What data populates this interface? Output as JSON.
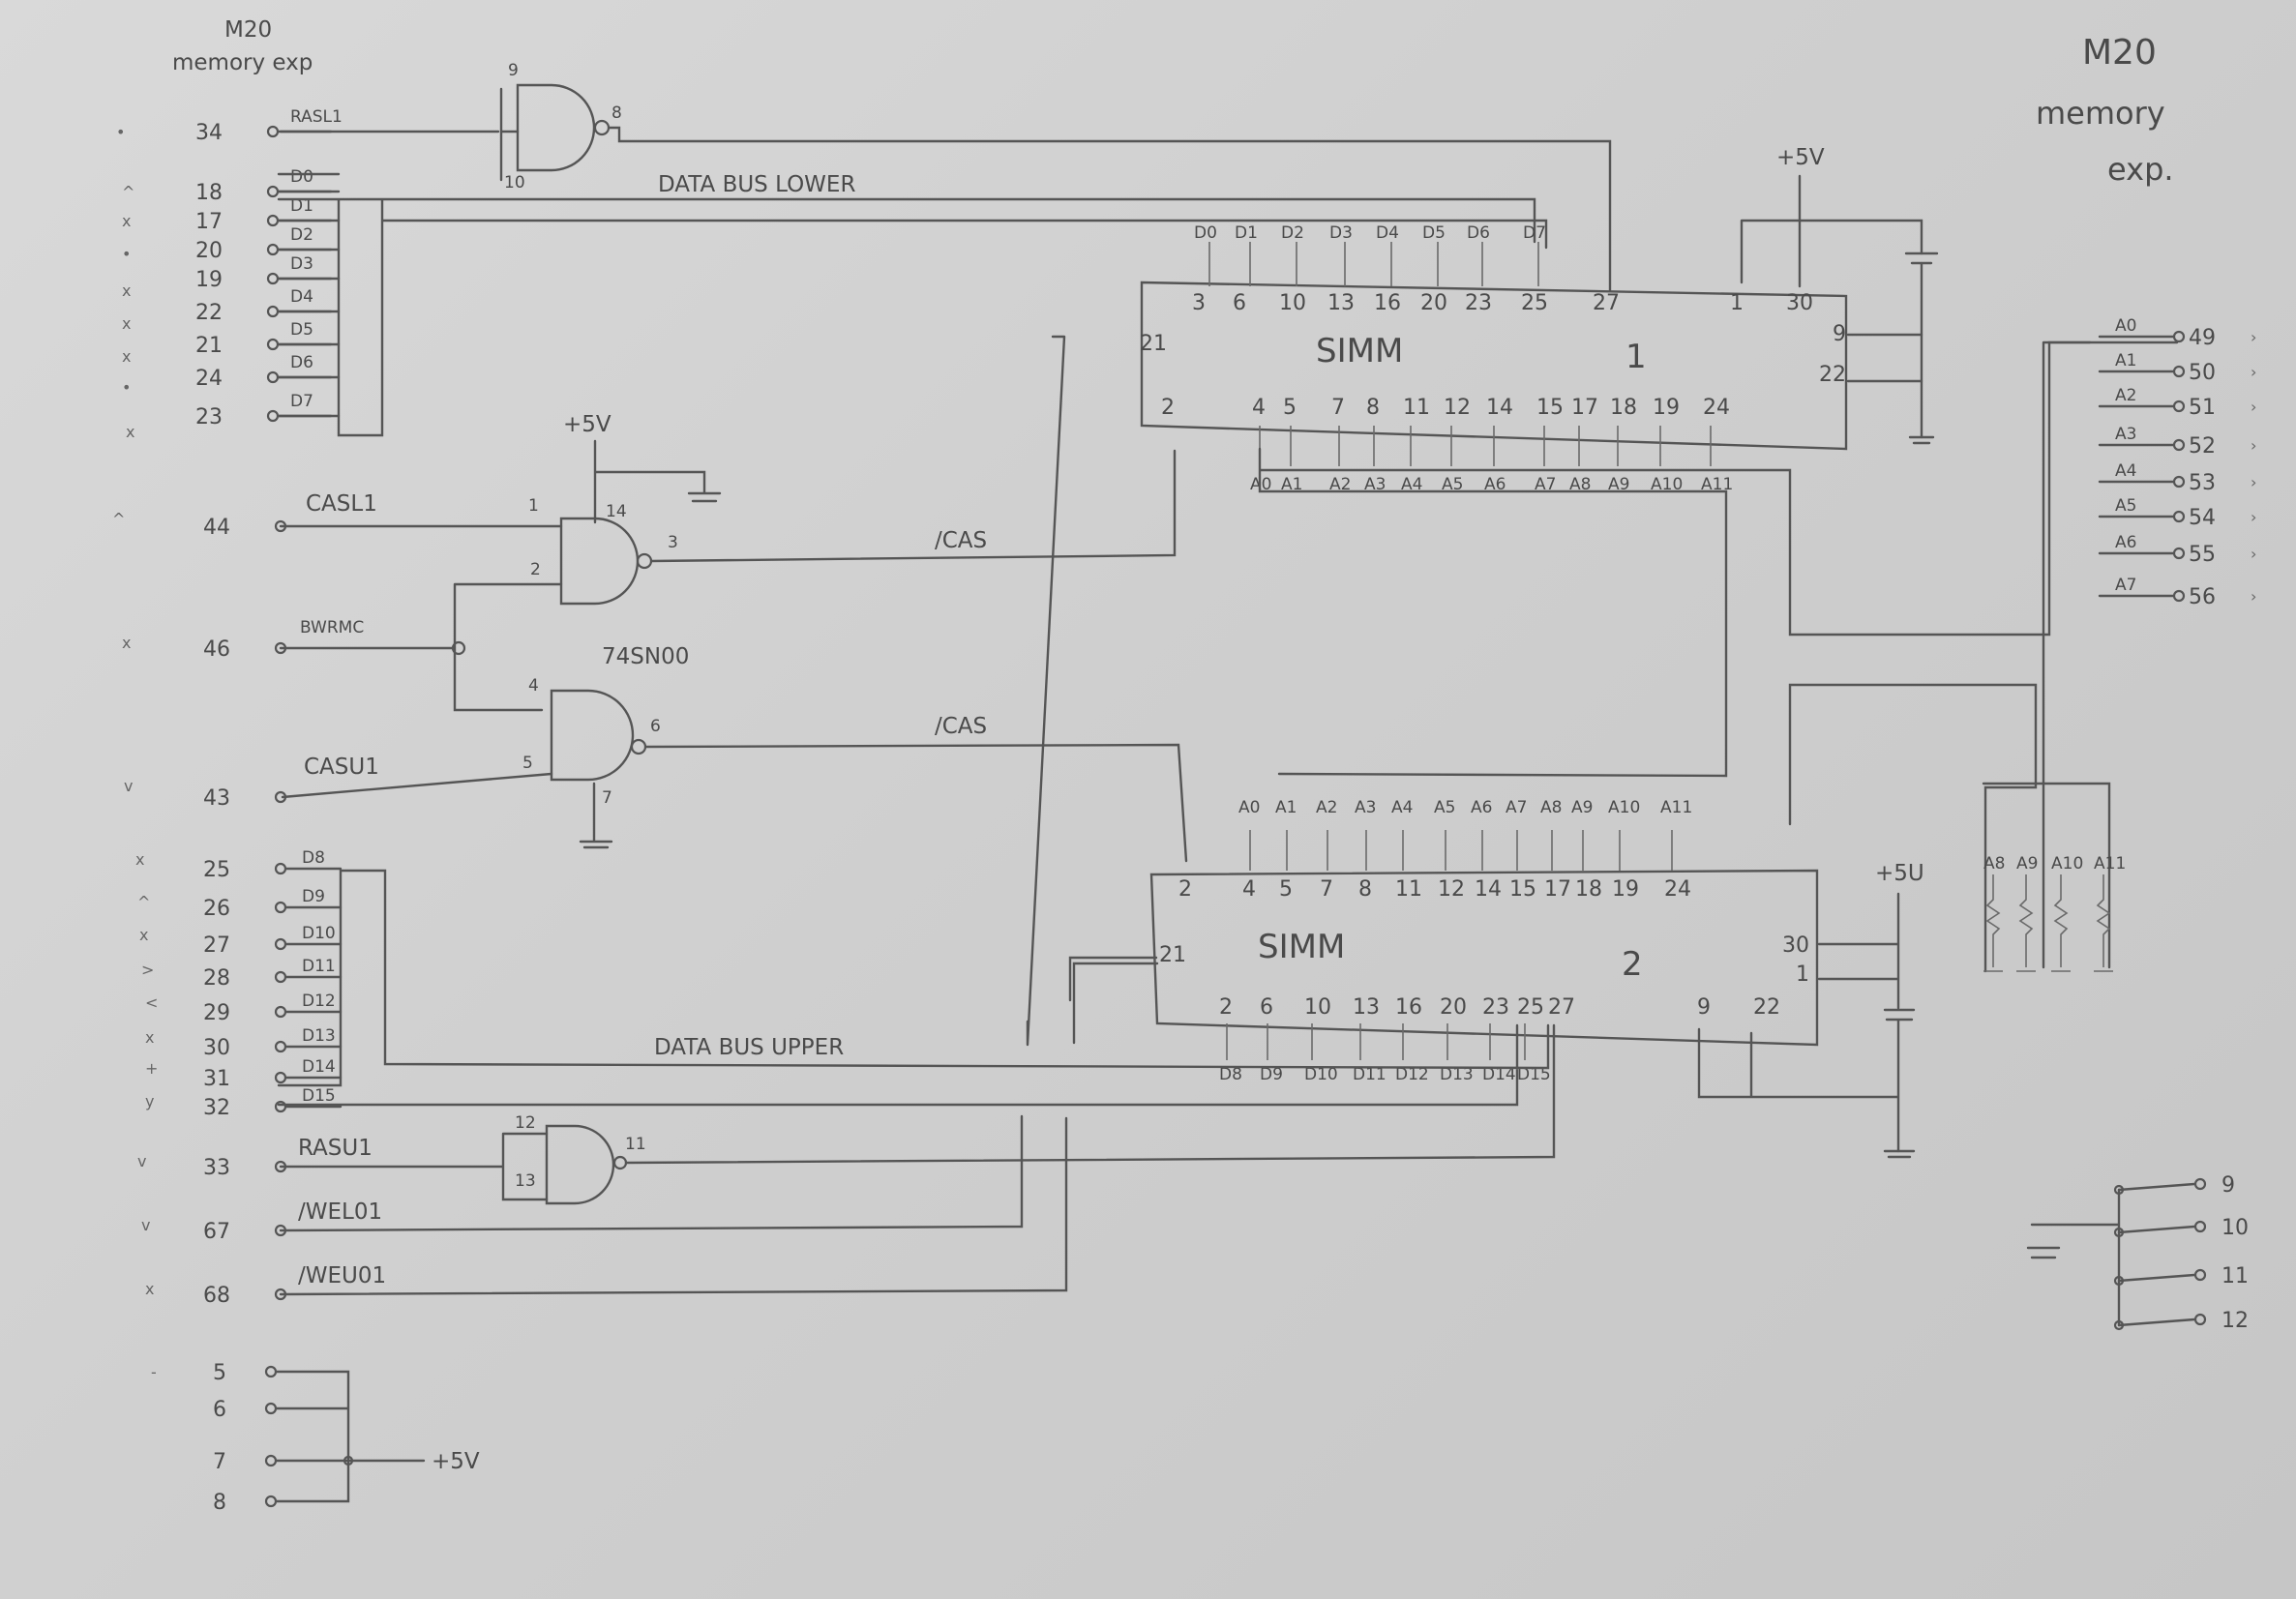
{
  "title_left": [
    "M20",
    "memory exp"
  ],
  "title_right": [
    "M20",
    "memory",
    "exp."
  ],
  "bus_lower": "DATA BUS LOWER",
  "bus_upper": "DATA BUS UPPER",
  "ic_label": "74SN00",
  "simm1": {
    "name": "SIMM",
    "num": "1",
    "top_data_labels": [
      "D0",
      "D1",
      "D2",
      "D3",
      "D4",
      "D5",
      "D6",
      "D7"
    ],
    "top_pins": [
      "3",
      "6",
      "10",
      "13",
      "16",
      "20",
      "23",
      "25",
      "27",
      "1",
      "30"
    ],
    "left_pins": [
      "21",
      "2"
    ],
    "right_pins": [
      "9",
      "22"
    ],
    "bottom_pins": [
      "4",
      "5",
      "7",
      "8",
      "11",
      "12",
      "14",
      "15",
      "17",
      "18",
      "19",
      "24"
    ],
    "addr_labels": [
      "A0",
      "A1",
      "A2",
      "A3",
      "A4",
      "A5",
      "A6",
      "A7",
      "A8",
      "A9",
      "A10",
      "A11"
    ]
  },
  "simm2": {
    "name": "SIMM",
    "num": "2",
    "top_pins": [
      "2",
      "4",
      "5",
      "7",
      "8",
      "11",
      "12",
      "14",
      "15",
      "17",
      "18",
      "19",
      "24"
    ],
    "addr_labels": [
      "A0",
      "A1",
      "A2",
      "A3",
      "A4",
      "A5",
      "A6",
      "A7",
      "A8",
      "A9",
      "A10",
      "A11"
    ],
    "left_pins": [
      "21"
    ],
    "right_pins": [
      "30",
      "1"
    ],
    "bottom_pins": [
      "2",
      "6",
      "10",
      "13",
      "16",
      "20",
      "23",
      "25",
      "27",
      "9",
      "22"
    ],
    "data_labels": [
      "D8",
      "D9",
      "D10",
      "D11",
      "D12",
      "D13",
      "D14",
      "D15"
    ]
  },
  "power": "+5V",
  "power_right1": "+5V",
  "power_right2": "+5U",
  "power_bottom": "+5V",
  "conn_lower": [
    {
      "pin": "34",
      "sig": "RASL1"
    },
    {
      "pin": "18",
      "sig": "D0"
    },
    {
      "pin": "17",
      "sig": "D1"
    },
    {
      "pin": "20",
      "sig": "D2"
    },
    {
      "pin": "19",
      "sig": "D3"
    },
    {
      "pin": "22",
      "sig": "D4"
    },
    {
      "pin": "21",
      "sig": "D5"
    },
    {
      "pin": "24",
      "sig": "D6"
    },
    {
      "pin": "23",
      "sig": "D7"
    }
  ],
  "conn_ctrl": [
    {
      "pin": "44",
      "sig": "CASL1"
    },
    {
      "pin": "46",
      "sig": "BWRMC"
    },
    {
      "pin": "43",
      "sig": "CASU1"
    }
  ],
  "conn_upper": [
    {
      "pin": "25",
      "sig": "D8"
    },
    {
      "pin": "26",
      "sig": "D9"
    },
    {
      "pin": "27",
      "sig": "D10"
    },
    {
      "pin": "28",
      "sig": "D11"
    },
    {
      "pin": "29",
      "sig": "D12"
    },
    {
      "pin": "30",
      "sig": "D13"
    },
    {
      "pin": "31",
      "sig": "D14"
    },
    {
      "pin": "32",
      "sig": "D15"
    },
    {
      "pin": "33",
      "sig": "RASU1"
    },
    {
      "pin": "67",
      "sig": "/WEL01"
    },
    {
      "pin": "68",
      "sig": "/WEU01"
    }
  ],
  "conn_power": [
    "5",
    "6",
    "7",
    "8"
  ],
  "gate_pins": {
    "g1": [
      "9",
      "10",
      "8"
    ],
    "g2": [
      "1",
      "2",
      "3",
      "14"
    ],
    "g3": [
      "4",
      "5",
      "6",
      "7"
    ],
    "g4": [
      "12",
      "13",
      "11"
    ]
  },
  "cas_label": "/CAS",
  "right_addr": [
    {
      "sig": "A0",
      "pin": "49"
    },
    {
      "sig": "A1",
      "pin": "50"
    },
    {
      "sig": "A2",
      "pin": "51"
    },
    {
      "sig": "A3",
      "pin": "52"
    },
    {
      "sig": "A4",
      "pin": "53"
    },
    {
      "sig": "A5",
      "pin": "54"
    },
    {
      "sig": "A6",
      "pin": "55"
    },
    {
      "sig": "A7",
      "pin": "56"
    }
  ],
  "res_labels": [
    "A8",
    "A9",
    "A10",
    "A11"
  ],
  "gnd_pins": [
    "9",
    "10",
    "11",
    "12"
  ],
  "marks_left": [
    "•",
    "^",
    "x",
    "•",
    "x",
    "x",
    "x",
    "•",
    "x",
    "^",
    "x",
    "v",
    "x",
    "^",
    "x",
    ">",
    "<",
    "x",
    "+",
    "y",
    "v",
    "v",
    "x",
    "-"
  ]
}
